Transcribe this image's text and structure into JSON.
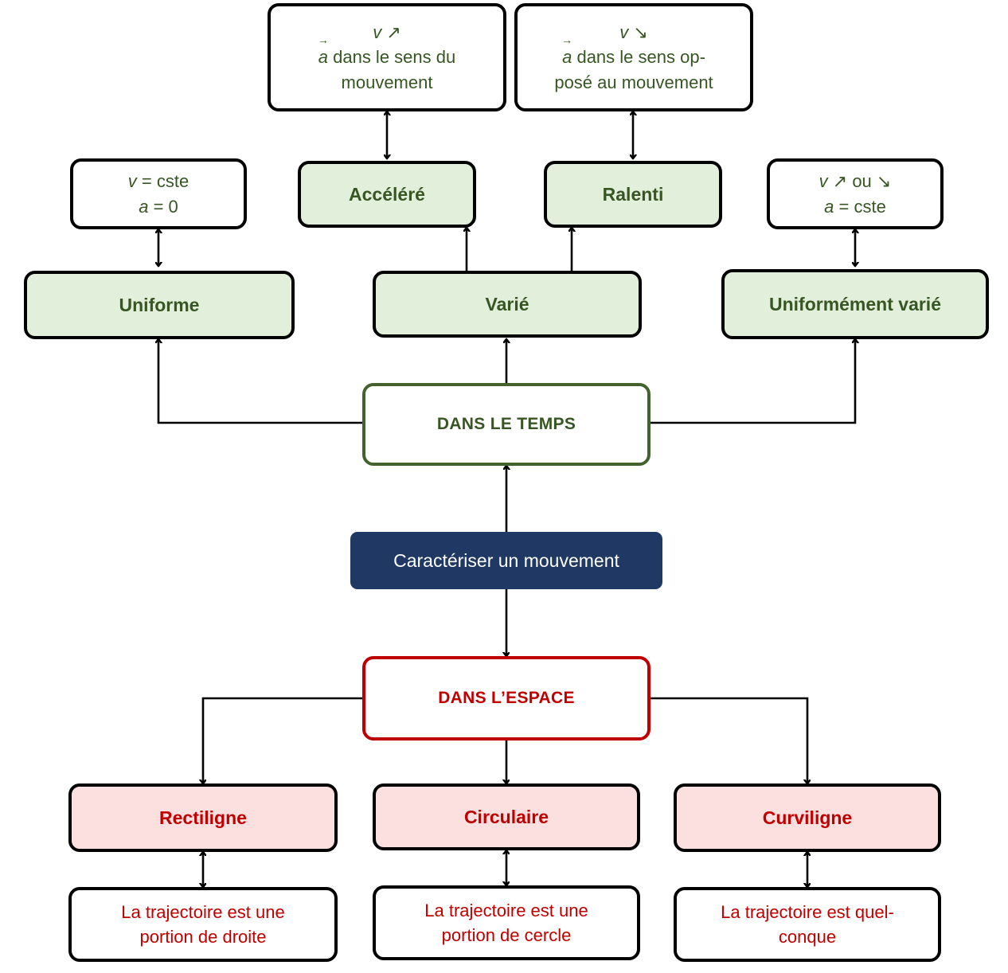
{
  "title": "Caractériser un mouvement",
  "colors": {
    "green_text": "#375623",
    "green_fill": "#E2EFDA",
    "green_border": "#44622E",
    "red_text": "#C00000",
    "red_fill": "#FCE0E0",
    "navy_fill": "#1F3864",
    "line": "#000000",
    "page_bg": "#FFFFFF"
  },
  "center": {
    "label": "Caractériser un mouvement"
  },
  "time_branch": {
    "label": "DANS LE TEMPS",
    "children": [
      {
        "label": "Uniforme",
        "detail_line1_var": "v",
        "detail_line1_rest": " = cste",
        "detail_line2_var": "a",
        "detail_line2_rest": " = 0"
      },
      {
        "label": "Varié",
        "sub": [
          {
            "label": "Accéléré",
            "detail_line1_var": "v",
            "detail_line1_arrow": "↗",
            "detail_line2_var": "a",
            "detail_line2_rest": " dans le sens du mouvement"
          },
          {
            "label": "Ralenti",
            "detail_line1_var": "v",
            "detail_line1_arrow": "↘",
            "detail_line2_var": "a",
            "detail_line2_rest": " dans le sens op-posé au mouvement"
          }
        ]
      },
      {
        "label": "Uniformément varié",
        "detail_line1_var": "v",
        "detail_line1_rest": " ↗ ou ↘",
        "detail_line2_var": "a",
        "detail_line2_rest": " = cste"
      }
    ]
  },
  "space_branch": {
    "label": "DANS L’ESPACE",
    "children": [
      {
        "label": "Rectiligne",
        "detail": "La trajectoire est une portion de droite"
      },
      {
        "label": "Circulaire",
        "detail": "La trajectoire est une portion de cercle"
      },
      {
        "label": "Curviligne",
        "detail": "La trajectoire est quel-conque"
      }
    ]
  },
  "boxes": {
    "accel_detail_l1_v": "v",
    "accel_detail_l1_arrow": "↗",
    "accel_detail_l2a": "a",
    "accel_detail_l2b": " dans le sens du",
    "accel_detail_l3": "mouvement",
    "ralenti_detail_l1_v": "v",
    "ralenti_detail_l1_arrow": "↘",
    "ralenti_detail_l2a": "a",
    "ralenti_detail_l2b": " dans le sens op-",
    "ralenti_detail_l3": "posé au mouvement",
    "uniforme_l1a": "v",
    "uniforme_l1b": " = cste",
    "uniforme_l2a": "a",
    "uniforme_l2b": " = 0",
    "unifvar_l1a": "v",
    "unifvar_l1b": " ↗ ou ↘",
    "unifvar_l2a": "a",
    "unifvar_l2b": " = cste",
    "rect_detail_l1": "La trajectoire est une",
    "rect_detail_l2": "portion de droite",
    "circ_detail_l1": "La trajectoire est une",
    "circ_detail_l2": "portion de cercle",
    "curv_detail_l1": "La trajectoire est quel-",
    "curv_detail_l2": "conque"
  }
}
